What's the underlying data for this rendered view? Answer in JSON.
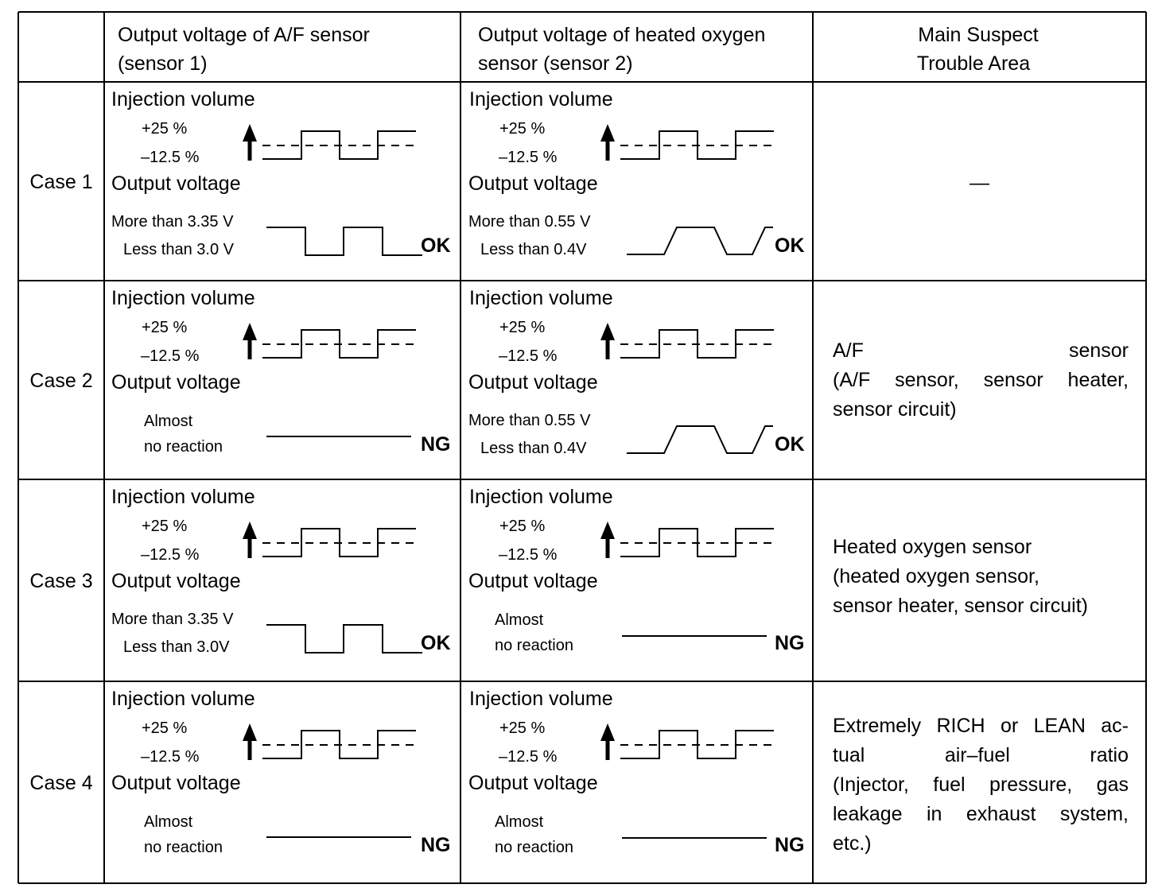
{
  "header": {
    "col_af": [
      "Output voltage of A/F sensor",
      "(sensor 1)"
    ],
    "col_ho2": [
      "Output voltage of heated oxygen",
      "sensor (sensor 2)"
    ],
    "col_area": [
      "Main Suspect",
      "Trouble Area"
    ]
  },
  "injection": {
    "title": "Injection volume",
    "high": "+25 %",
    "low": "–12.5 %"
  },
  "output_title": "Output voltage",
  "cases": [
    {
      "label": "Case 1",
      "af": {
        "high": "More than 3.35 V",
        "low": "Less than 3.0 V",
        "result": "OK"
      },
      "ho2": {
        "high": "More than 0.55 V",
        "low": "Less than 0.4V",
        "result": "OK"
      },
      "area": [
        "—"
      ]
    },
    {
      "label": "Case 2",
      "af": {
        "high": "Almost",
        "low": "no reaction",
        "result": "NG"
      },
      "ho2": {
        "high": "More than 0.55 V",
        "low": "Less than 0.4V",
        "result": "OK"
      },
      "area": [
        "A/F sensor",
        "(A/F sensor, sensor heater,",
        "sensor circuit)"
      ]
    },
    {
      "label": "Case 3",
      "af": {
        "high": "More than 3.35 V",
        "low": "Less than 3.0V",
        "result": "OK"
      },
      "ho2": {
        "high": "Almost",
        "low": "no reaction",
        "result": "NG"
      },
      "area": [
        "Heated oxygen sensor",
        "(heated oxygen sensor,",
        "sensor heater, sensor circuit)"
      ]
    },
    {
      "label": "Case 4",
      "af": {
        "high": "Almost",
        "low": "no reaction",
        "result": "NG"
      },
      "ho2": {
        "high": "Almost",
        "low": "no reaction",
        "result": "NG"
      },
      "area": [
        "Extremely RICH or LEAN ac-",
        "tual air–fuel ratio",
        "(Injector, fuel pressure, gas",
        "leakage in exhaust system,",
        "etc.)"
      ]
    }
  ]
}
